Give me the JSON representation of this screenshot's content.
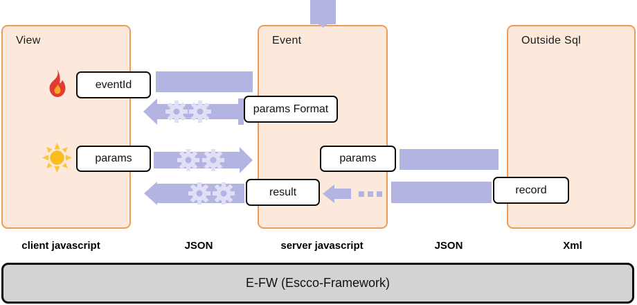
{
  "panels": {
    "view": {
      "title": "View"
    },
    "event": {
      "title": "Event"
    },
    "outside_sql": {
      "title": "Outside Sql"
    }
  },
  "boxes": {
    "event_id": "eventId",
    "params_format": "params Format",
    "params_view": "params",
    "params_event": "params",
    "result": "result",
    "record": "record"
  },
  "bottom_labels": [
    "client javascript",
    "JSON",
    "server javascript",
    "JSON",
    "Xml"
  ],
  "footer": {
    "label": "E-FW (Escco-Framework)"
  },
  "icons": {
    "view_trigger": "fire-icon",
    "view_params": "sun-icon",
    "processing": "gear-icon",
    "flow": "arrow-icon",
    "continuation": "ellipsis-icon"
  },
  "colors": {
    "panel_fill": "#FCE9DB",
    "panel_border": "#ED9C55",
    "flow_purple": "#B4B4E2",
    "gear_light": "#DFDFF5",
    "footer_bg": "#D3D3D3",
    "box_border": "#0D0D0D"
  }
}
